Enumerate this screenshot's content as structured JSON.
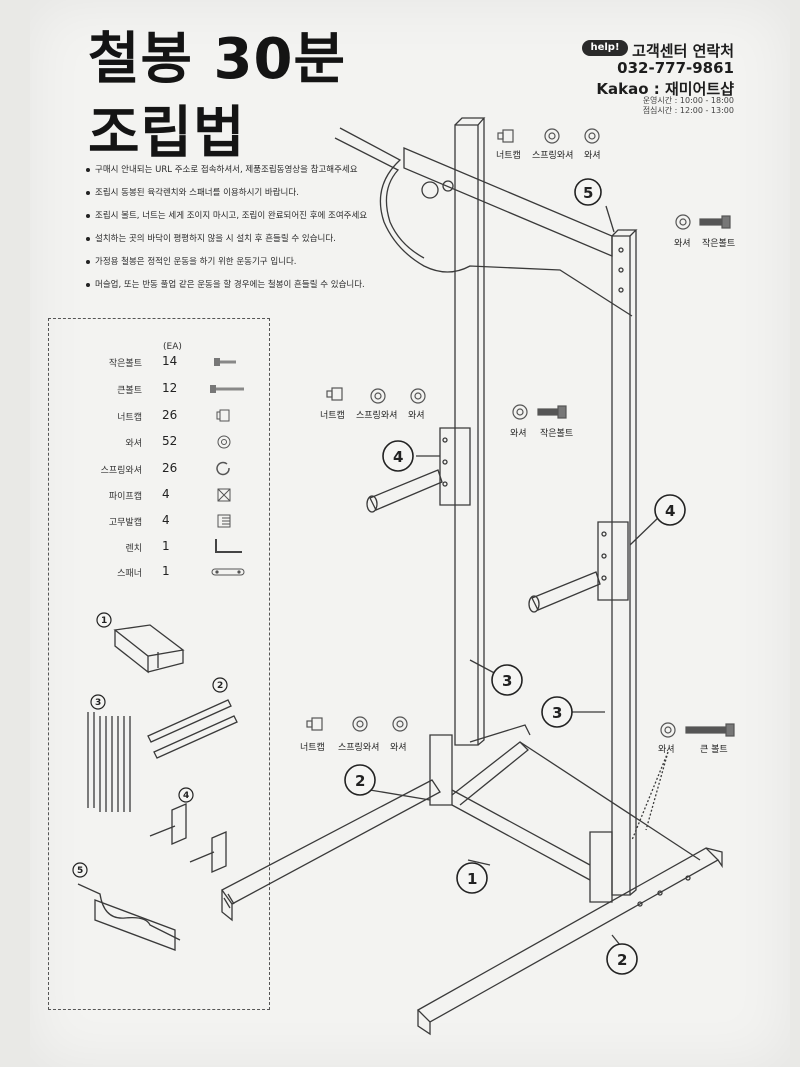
{
  "title": {
    "line1": "철봉 30분",
    "line2": "조립법"
  },
  "contact": {
    "badge": "help!",
    "heading": "고객센터 연락처",
    "phone": "032-777-9861",
    "kakao": "Kakao : 재미어트샵",
    "hours_open": "운영시간 : 10:00 - 18:00",
    "hours_lunch": "점심시간 : 12:00 - 13:00"
  },
  "notes": [
    "구매시 안내되는 URL 주소로 접속하셔서, 제품조립동영상을 참고해주세요",
    "조립시 동봉된 육각렌치와 스패너를 이용하시기 바랍니다.",
    "조립시 볼트, 너트는 세게 조이지 마시고, 조립이 완료되어진 후에 조여주세요",
    "설치하는 곳의 바닥이 평평하지 않을 시 설치 후 흔들릴 수 있습니다.",
    "가정용 철봉은 정적인 운동을 하기 위한 운동기구 입니다.",
    "머슬업, 또는 반동 풀업 같은 운동을 할 경우에는 철봉이 흔들릴 수 있습니다."
  ],
  "parts": {
    "unit": "(EA)",
    "items": [
      {
        "name": "작은볼트",
        "qty": "14",
        "icon": "small-bolt-icon"
      },
      {
        "name": "큰볼트",
        "qty": "12",
        "icon": "large-bolt-icon"
      },
      {
        "name": "너트캡",
        "qty": "26",
        "icon": "nut-cap-icon"
      },
      {
        "name": "와셔",
        "qty": "52",
        "icon": "washer-icon"
      },
      {
        "name": "스프링와셔",
        "qty": "26",
        "icon": "spring-washer-icon"
      },
      {
        "name": "파이프캡",
        "qty": "4",
        "icon": "pipe-cap-icon"
      },
      {
        "name": "고무발캡",
        "qty": "4",
        "icon": "rubber-foot-cap-icon"
      },
      {
        "name": "렌치",
        "qty": "1",
        "icon": "hex-wrench-icon"
      },
      {
        "name": "스패너",
        "qty": "1",
        "icon": "spanner-icon"
      }
    ]
  },
  "component_numbers": [
    "1",
    "2",
    "3",
    "4",
    "5"
  ],
  "hardware_labels": {
    "nut_cap": "너트캡",
    "spring_washer": "스프링와셔",
    "washer": "와셔",
    "small_bolt": "작은볼트",
    "large_bolt": "큰 볼트"
  }
}
